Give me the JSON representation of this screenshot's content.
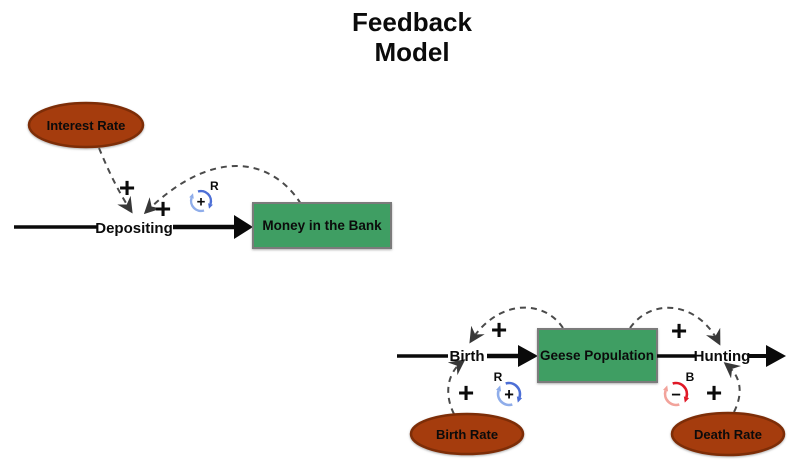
{
  "title": {
    "line1": "Feedback",
    "line2": "Model"
  },
  "colors": {
    "stock_fill": "#3f9e63",
    "stock_border": "#7b7b7b",
    "aux_fill": "#a53c0d",
    "aux_border": "#7d2d07",
    "link_color": "#4a4a4a",
    "arrowhead_color": "#383838",
    "loop_r_main": "#4d6fd6",
    "loop_r_light": "#8fadea",
    "loop_b_main": "#e01826",
    "loop_b_light": "#f2a39b"
  },
  "bank": {
    "auxiliary_label": "Interest Rate",
    "flow_label": "Depositing",
    "stock_label": "Money in the Bank",
    "sign_interest_link": "+",
    "sign_feedback_link": "+",
    "loop_label": "R",
    "loop_sign": "+"
  },
  "geese": {
    "inflow_label": "Birth",
    "stock_label": "Geese Population",
    "outflow_label": "Hunting",
    "aux_birth_label": "Birth Rate",
    "aux_death_label": "Death Rate",
    "sign_pop_to_birth": "+",
    "sign_birthrate_to_birth": "+",
    "sign_pop_to_hunting": "+",
    "sign_deathrate_to_hunting": "+",
    "loop_r_label": "R",
    "loop_r_sign": "+",
    "loop_b_label": "B",
    "loop_b_sign": "−"
  }
}
